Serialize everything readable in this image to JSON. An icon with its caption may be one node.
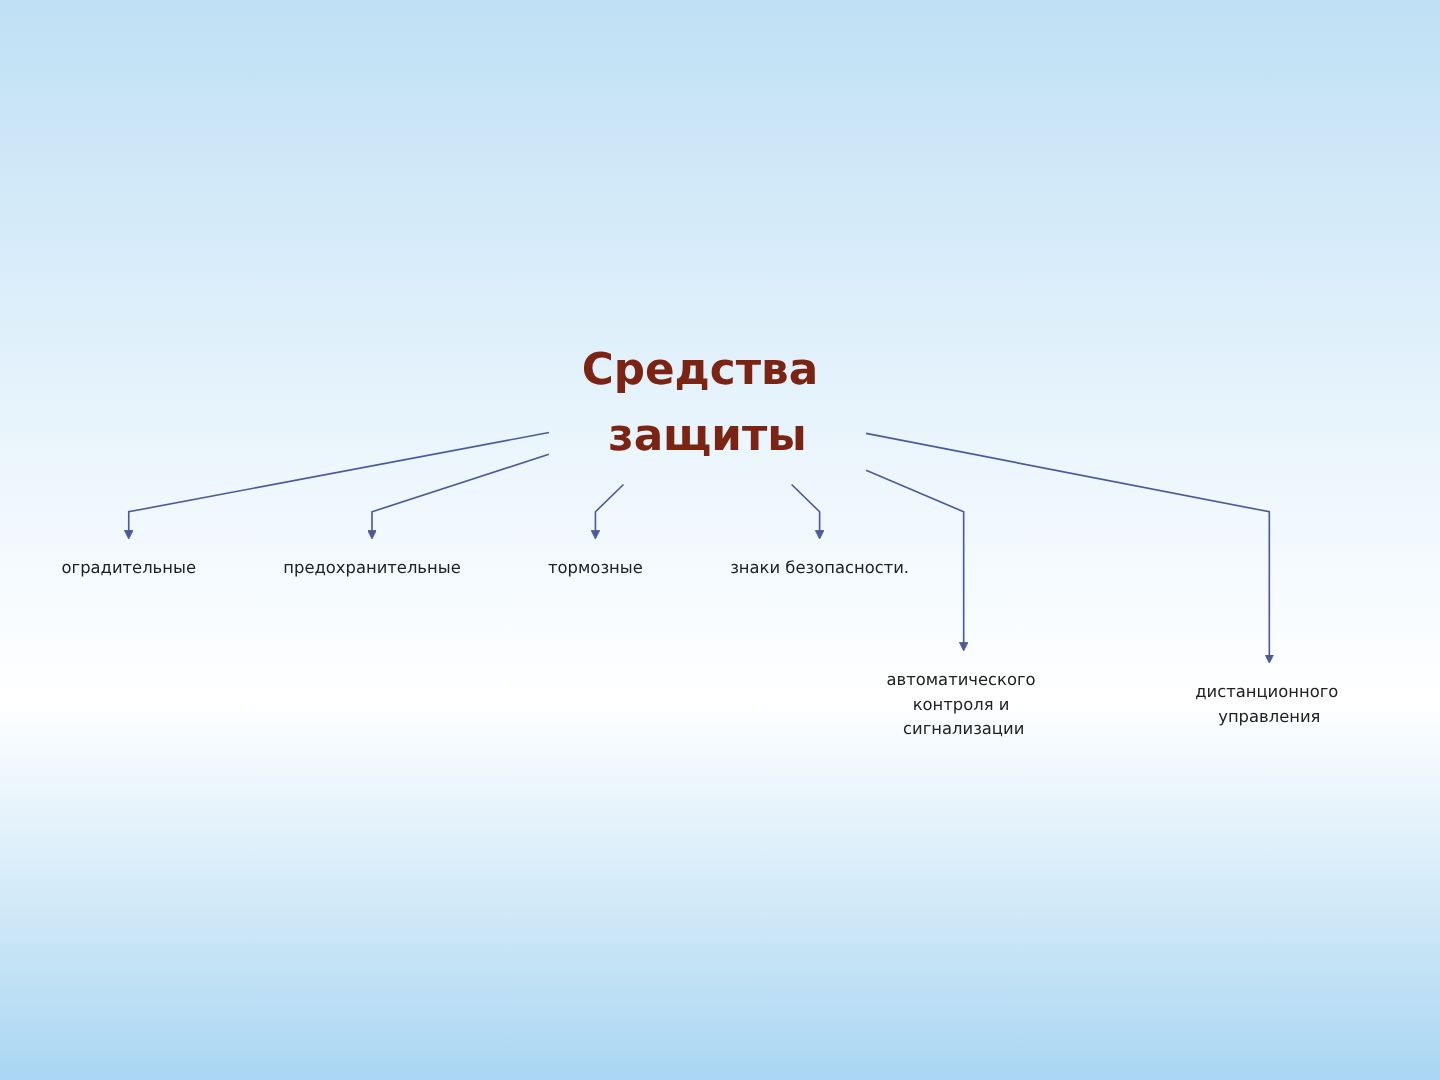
{
  "diagram": {
    "nodes": [
      {
        "text": [
          "Средства защиты"
        ]
      },
      {
        "text": [
          "оградительные"
        ]
      },
      {
        "text": [
          "предохранительные"
        ]
      },
      {
        "text": [
          "тормозные"
        ]
      },
      {
        "text": [
          "знаки безопасности."
        ]
      },
      {
        "text": [
          "автоматического контроля и сигнализации"
        ]
      },
      {
        "text": [
          "дистанционного управления"
        ]
      }
    ],
    "edges": [
      {
        "from": 0,
        "to": 1,
        "arrow": "to"
      },
      {
        "from": 0,
        "to": 5,
        "arrow": "to"
      },
      {
        "from": 0,
        "to": 2,
        "arrow": "to"
      },
      {
        "from": 0,
        "to": 6,
        "arrow": "to"
      },
      {
        "from": 0,
        "to": 3,
        "arrow": "to"
      },
      {
        "from": 0,
        "to": 4,
        "arrow": "to"
      }
    ]
  }
}
